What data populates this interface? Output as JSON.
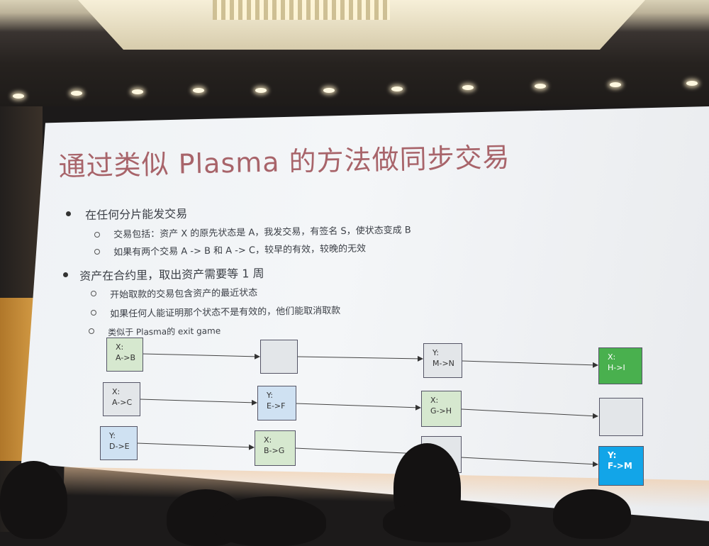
{
  "slide": {
    "title": "通过类似 Plasma 的方法做同步交易",
    "bullets": [
      {
        "text": "在任何分片能发交易",
        "sub": [
          "交易包括：资产 X 的原先状态是 A，我发交易，有签名 S，使状态变成 B",
          "如果有两个交易 A -> B 和 A -> C，较早的有效，较晚的无效"
        ]
      },
      {
        "text": "资产在合约里，取出资产需要等 1 周",
        "sub": [
          "开始取款的交易包含资产的最近状态",
          "如果任何人能证明那个状态不是有效的，他们能取消取款",
          "类似于 Plasma的 exit game"
        ]
      }
    ]
  },
  "diagram": {
    "nodes": [
      {
        "id": "r1c1",
        "line1": "X:",
        "line2": "A->B",
        "color": "green"
      },
      {
        "id": "r1c2",
        "line1": "",
        "line2": "",
        "color": "gray"
      },
      {
        "id": "r1c3",
        "line1": "Y:",
        "line2": "M->N",
        "color": "gray"
      },
      {
        "id": "r1c4",
        "line1": "X:",
        "line2": "H->I",
        "color": "solid-green"
      },
      {
        "id": "r2c1",
        "line1": "X:",
        "line2": "A->C",
        "color": "gray"
      },
      {
        "id": "r2c2",
        "line1": "Y:",
        "line2": "E->F",
        "color": "blue"
      },
      {
        "id": "r2c3",
        "line1": "X:",
        "line2": "G->H",
        "color": "green"
      },
      {
        "id": "r2c4",
        "line1": "",
        "line2": "",
        "color": "gray"
      },
      {
        "id": "r3c1",
        "line1": "Y:",
        "line2": "D->E",
        "color": "blue"
      },
      {
        "id": "r3c2",
        "line1": "X:",
        "line2": "B->G",
        "color": "green"
      },
      {
        "id": "r3c3",
        "line1": "",
        "line2": "",
        "color": "gray"
      },
      {
        "id": "r3c4",
        "line1": "Y:",
        "line2": "F->M",
        "color": "solid-blue"
      }
    ]
  }
}
